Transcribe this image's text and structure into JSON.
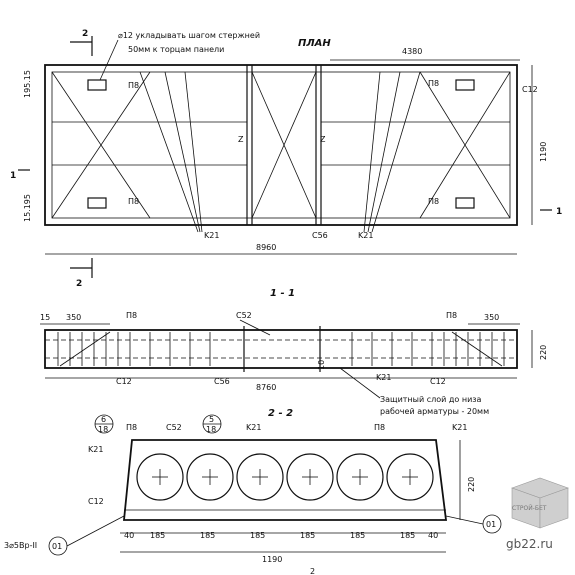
{
  "plan": {
    "title": "ПЛАН",
    "note_line1": "⌀12 укладывать шагом стержней",
    "note_line2": "50мм к торцам панели",
    "dim_total_length": "8960",
    "dim_right_top": "4380",
    "dim_width": "1190",
    "dim_left_top": "195.15",
    "dim_left_bottom": "15.195",
    "mark_p8": "П8",
    "mark_c12": "C12",
    "mark_k21": "K21",
    "mark_c56": "C56",
    "section_mark": "2",
    "mark_1": "1",
    "mark_z": "Z"
  },
  "section_1_1": {
    "title": "1 - 1",
    "dim_15": "15",
    "dim_350_left": "350",
    "dim_350_right": "350",
    "dim_length": "8760",
    "dim_height": "220",
    "mark_c52": "C52",
    "mark_p8": "П8",
    "mark_c12": "C12",
    "mark_k21": "K21",
    "mark_c56": "C56",
    "mark_10": "10",
    "note_line1": "Защитный слой до низа",
    "note_line2": "рабочей арматуры - 20мм"
  },
  "section_2_2": {
    "title": "2 - 2",
    "callout_6_top": "6",
    "callout_6_bottom": "18",
    "callout_5_top": "5",
    "callout_5_bottom": "18",
    "mark_p8_left": "П8",
    "mark_c52": "C52",
    "mark_k21_top": "K21",
    "mark_p8_right": "П8",
    "mark_k21_right": "K21",
    "mark_k21_left": "K21",
    "mark_c12": "C12",
    "dim_height": "220",
    "dims": [
      "40",
      "185",
      "185",
      "185",
      "185",
      "185",
      "185",
      "40"
    ],
    "dim_total": "1190",
    "rebar_label": "3⌀5Вр-II",
    "mark_01_left": "01",
    "mark_01_right": "01",
    "cut_mark": "2"
  },
  "watermark": {
    "logo_text": "СТРОЙ-БЕТ",
    "site": "gb22.ru"
  }
}
